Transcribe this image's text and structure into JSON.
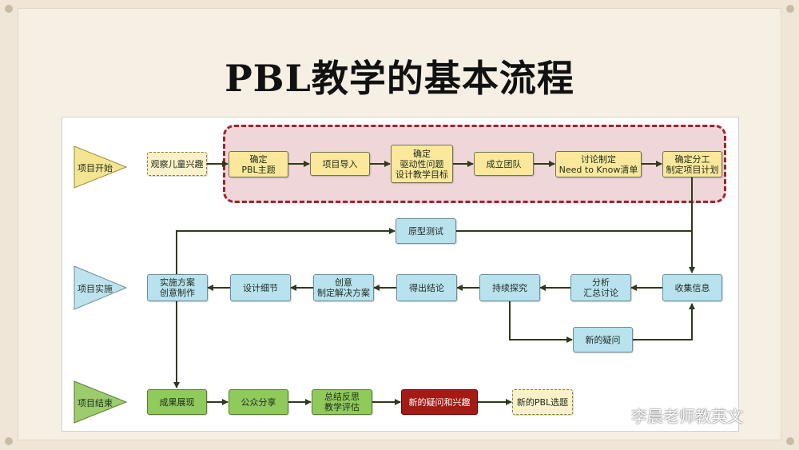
{
  "title": "PBL教学的基本流程",
  "phases": {
    "start": "项目开始",
    "implement": "项目实施",
    "end": "项目结束"
  },
  "nodes": {
    "observe_interest": "观察儿童兴趣",
    "confirm_topic": "确定\nPBL主题",
    "project_intro": "项目导入",
    "driving_question": "确定\n驱动性问题\n设计教学目标",
    "form_team": "成立团队",
    "need_to_know": "讨论制定\nNeed to Know清单",
    "assign_plan": "确定分工\n制定项目计划",
    "prototype_test": "原型测试",
    "collect_info": "收集信息",
    "analyze": "分析\n汇总讨论",
    "explore": "持续探究",
    "conclude": "得出结论",
    "creative_solution": "创意\n制定解决方案",
    "design_details": "设计细节",
    "implement_plan": "实施方案\n创意制作",
    "new_question": "新的疑问",
    "showcase": "成果展现",
    "public_share": "公众分享",
    "reflect": "总结反思\n教学评估",
    "new_question_interest": "新的疑问和兴趣",
    "new_topic": "新的PBL选题"
  },
  "watermark": "李晨老师教英文",
  "colors": {
    "yellow": "#fbe89a",
    "blue": "#b9e2ef",
    "green": "#8fca5a",
    "red": "#a31b14",
    "zone": "#efd6d8",
    "zone_border": "#9c2530",
    "arrow": "#2f3a1c"
  }
}
